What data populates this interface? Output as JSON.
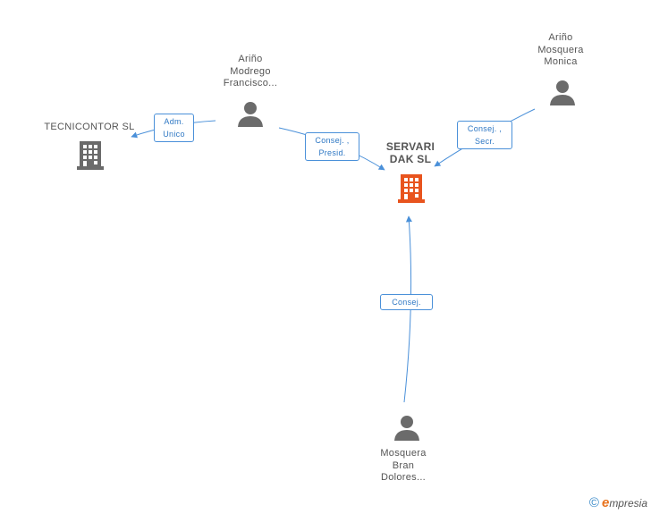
{
  "nodes": {
    "center": {
      "lines": [
        "SERVARI",
        "DAK SL"
      ],
      "icon": "building-icon",
      "color": "#e8541e"
    },
    "tecnicontor": {
      "lines": [
        "TECNICONTOR SL"
      ],
      "icon": "building-icon",
      "color": "#6b6b6b"
    },
    "modrego": {
      "lines": [
        "Ariño",
        "Modrego",
        "Francisco..."
      ],
      "icon": "person-icon",
      "color": "#6b6b6b"
    },
    "monica": {
      "lines": [
        "Ariño",
        "Mosquera",
        "Monica"
      ],
      "icon": "person-icon",
      "color": "#6b6b6b"
    },
    "dolores": {
      "lines": [
        "Mosquera",
        "Bran",
        "Dolores..."
      ],
      "icon": "person-icon",
      "color": "#6b6b6b"
    }
  },
  "edges": {
    "adm": {
      "lines": [
        "Adm.",
        "Unico"
      ]
    },
    "presid": {
      "lines": [
        "Consej. ,",
        "Presid."
      ]
    },
    "secr": {
      "lines": [
        "Consej. ,",
        "Secr."
      ]
    },
    "consej": {
      "lines": [
        "Consej."
      ]
    }
  },
  "colors": {
    "edge": "#4a90d9",
    "accent": "#e8541e",
    "icon": "#6b6b6b"
  },
  "brand": {
    "copyright": "©",
    "initial": "e",
    "rest": "mpresia"
  }
}
